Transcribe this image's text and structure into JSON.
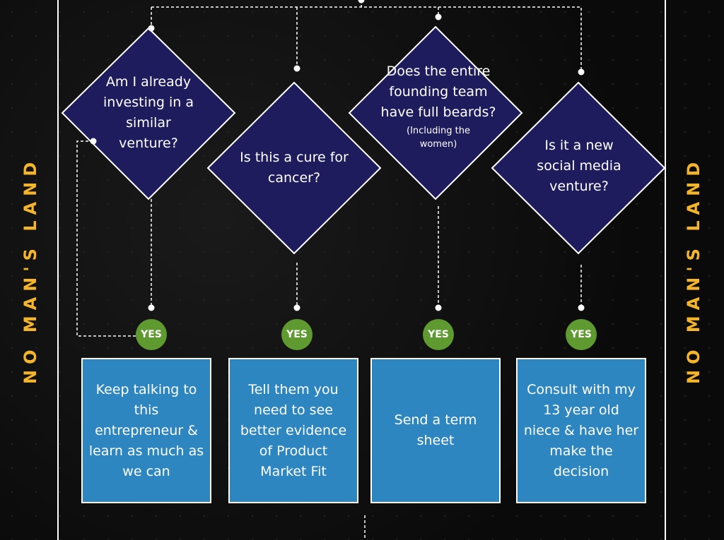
{
  "side_label": "NO MAN'S LAND",
  "colors": {
    "background": "#0c0c0c",
    "diamond_fill": "#1e1c5c",
    "box_fill": "#2d86c0",
    "yes_fill": "#5e9a2f",
    "side_label": "#f5b52a",
    "line": "#ffffff"
  },
  "questions": [
    {
      "text": "Am I already investing in a similar venture?",
      "sub": ""
    },
    {
      "text": "Is this a cure for cancer?",
      "sub": ""
    },
    {
      "text": "Does the entire founding team have full beards?",
      "sub": "(Including the women)"
    },
    {
      "text": "Is it a new social media venture?",
      "sub": ""
    }
  ],
  "yes_label": "YES",
  "outcomes": [
    "Keep talking to this entrepreneur & learn as much as we can",
    "Tell them you need to see better evidence of Product Market Fit",
    "Send a term sheet",
    "Consult with my 13 year old niece & have her make the decision"
  ]
}
